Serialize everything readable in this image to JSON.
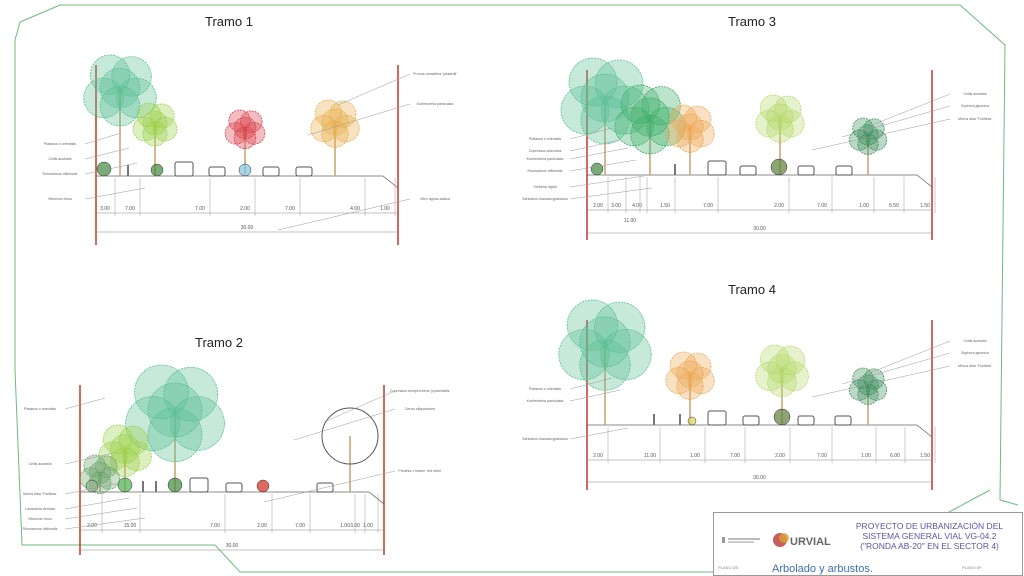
{
  "sections": [
    {
      "title": "Tramo 1",
      "labels_left": [
        "Platanus x orientalis",
        "Celtis australis",
        "Rosmarinus officinalis",
        "Viburnum tinus"
      ],
      "labels_right": [
        "Prunus cerasifera 'pissardii'",
        "Koelreuteria paniculata",
        "Vitex agnus-castus"
      ],
      "dims": [
        "3.00",
        "7.00",
        "7.00",
        "2.00",
        "7.00",
        "4.00",
        "1.00"
      ],
      "total": "30.00"
    },
    {
      "title": "Tramo 2",
      "labels_left": [
        "Platanus x orientalis",
        "Celtis australis",
        "Morus alba 'Fruitless'",
        "Lavandula dentata",
        "Viburnum tinus",
        "Rosmarinus officinalis"
      ],
      "labels_right": [
        "Cupressus sempervirens 'pyramidalis'",
        "Cercis siliquastrum",
        "Photinia x fraseri 'red robin'"
      ],
      "dims": [
        "2.00",
        "15.00",
        "7.00",
        "2.00",
        "7.00",
        "1.00",
        "3.00",
        "1.00"
      ],
      "total": "30.00"
    },
    {
      "title": "Tramo 3",
      "labels_left": [
        "Platanus x orientalis",
        "Cupressus arizonica",
        "Koelreuteria paniculata",
        "Rosmarinus officinalis",
        "Verbena rigida",
        "Santolina chamaecyparissus"
      ],
      "labels_right": [
        "Celtis australis",
        "Sophora japonica",
        "Morus alba 'Fruitless'"
      ],
      "dims": [
        "2.00",
        "3.00",
        "4.00",
        "1.50",
        "7.00",
        "2.00",
        "7.00",
        "1.00",
        "6.50",
        "1.50",
        "11.00"
      ],
      "total": "30.00"
    },
    {
      "title": "Tramo 4",
      "labels_left": [
        "Platanus x orientalis",
        "Koelreuteria paniculata",
        "Santolina chamaecyparissus"
      ],
      "labels_right": [
        "Celtis australis",
        "Sophora japonica",
        "Morus alba 'Fruitless'"
      ],
      "dims": [
        "2.00",
        "11.00",
        "1.00",
        "7.00",
        "2.00",
        "7.00",
        "1.00",
        "6.00",
        "1.50"
      ],
      "total": "30.00"
    }
  ],
  "title_block": {
    "project_line1": "PROYECTO DE URBANIZACIÓN DEL",
    "project_line2": "SISTEMA GENERAL VIAL VG-04.2",
    "project_line3": "(\"RONDA AB-20\" EN EL SECTOR 4)",
    "plano_label": "PLANO DE:",
    "plano_num_label": "PLANO Nº:",
    "plano_title": "Arbolado y arbustos.",
    "logo_text": "URVIAL"
  },
  "colors": {
    "boundary": "#c0392b",
    "frame": "#6dbb7a",
    "title_text": "#5a55a8",
    "plano_text": "#3d6fb3"
  }
}
